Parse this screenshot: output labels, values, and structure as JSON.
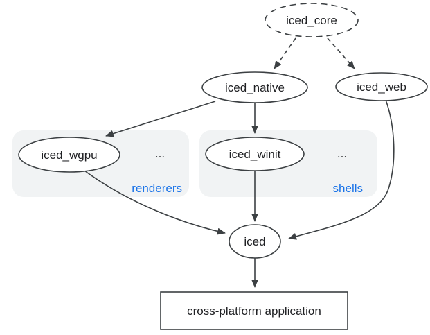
{
  "diagram": {
    "nodes": {
      "iced_core": "iced_core",
      "iced_native": "iced_native",
      "iced_web": "iced_web",
      "iced_wgpu": "iced_wgpu",
      "iced_winit": "iced_winit",
      "iced": "iced",
      "application": "cross-platform application"
    },
    "groups": {
      "renderers": {
        "label": "renderers",
        "more": "..."
      },
      "shells": {
        "label": "shells",
        "more": "..."
      }
    },
    "edges": [
      {
        "from": "iced_core",
        "to": "iced_native",
        "style": "dashed"
      },
      {
        "from": "iced_core",
        "to": "iced_web",
        "style": "dashed"
      },
      {
        "from": "iced_native",
        "to": "iced_wgpu",
        "style": "solid"
      },
      {
        "from": "iced_native",
        "to": "iced_winit",
        "style": "solid"
      },
      {
        "from": "iced_wgpu",
        "to": "iced",
        "style": "solid"
      },
      {
        "from": "iced_winit",
        "to": "iced",
        "style": "solid"
      },
      {
        "from": "iced_web",
        "to": "iced",
        "style": "solid"
      },
      {
        "from": "iced",
        "to": "application",
        "style": "solid"
      }
    ],
    "colors": {
      "stroke": "#3c4043",
      "text": "#202124",
      "group_label": "#1a73e8",
      "group_fill": "#f1f3f4",
      "background": "#ffffff"
    }
  }
}
